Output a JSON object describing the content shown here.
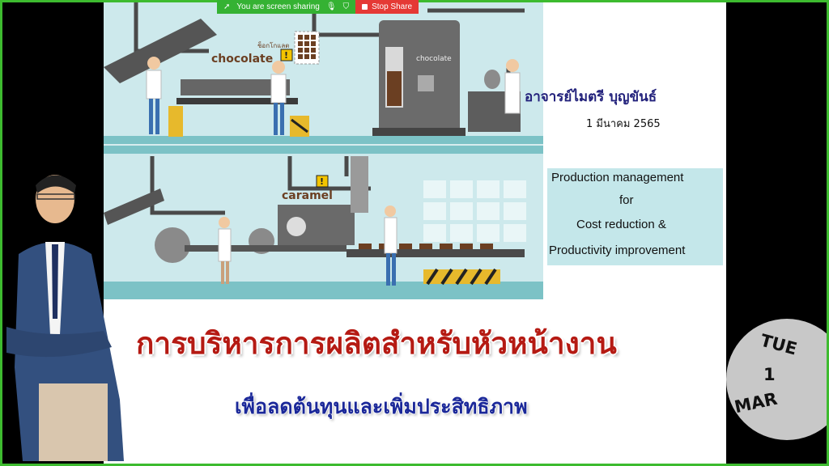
{
  "share_bar": {
    "message": "You are screen sharing",
    "stop_label": "Stop Share"
  },
  "slide": {
    "labels": {
      "chocolate": "chocolate",
      "chocolate_thai": "ช็อกโกแลต",
      "chocolate_tank": "chocolate",
      "caramel": "caramel"
    },
    "teacher": "อาจารย์ไมตรี บุญขันธ์",
    "date": "1  มีนาคม  2565",
    "english_title": {
      "line1": "Production management",
      "line2": "for",
      "line3": "Cost reduction &",
      "line4": "Productivity improvement"
    },
    "thai_title": "การบริหารการผลิตสำหรับหัวหน้างาน",
    "thai_subtitle": "เพื่อลดต้นทุนและเพิ่มประสิทธิภาพ"
  },
  "date_badge": {
    "day": "TUE",
    "num": "1",
    "month": "MAR"
  },
  "colors": {
    "frame": "#3dbb2f",
    "title_red": "#b51a13",
    "subtitle_blue": "#1b2899",
    "teacher_blue": "#23227c",
    "factory_bg": "#cde9ec"
  }
}
